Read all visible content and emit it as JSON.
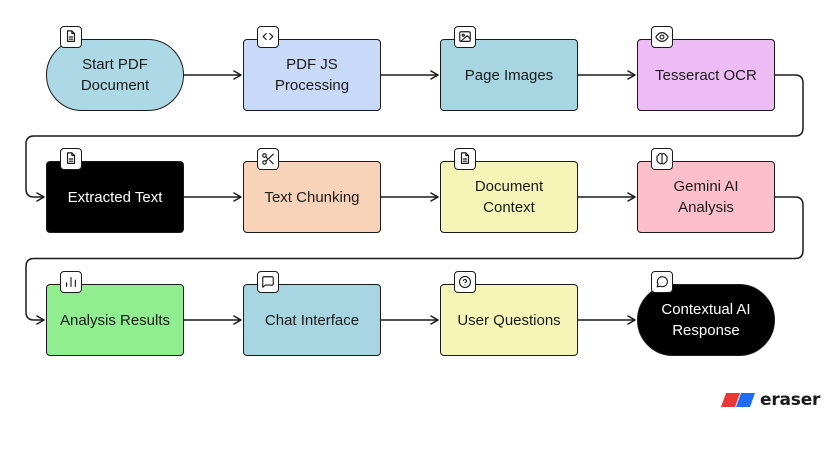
{
  "nodes": [
    {
      "id": "start-pdf-document",
      "label": "Start PDF\nDocument",
      "fill": "#add8e6",
      "text": "#1a1a1a",
      "shape": "pill",
      "icon": "file-icon"
    },
    {
      "id": "pdf-js-processing",
      "label": "PDF JS\nProcessing",
      "fill": "#c9daf8",
      "text": "#1a1a1a",
      "shape": "rect",
      "icon": "code-icon"
    },
    {
      "id": "page-images",
      "label": "Page Images",
      "fill": "#a8d5e2",
      "text": "#1a1a1a",
      "shape": "rect",
      "icon": "image-icon"
    },
    {
      "id": "tesseract-ocr",
      "label": "Tesseract OCR",
      "fill": "#eebcf4",
      "text": "#1a1a1a",
      "shape": "rect",
      "icon": "eye-icon"
    },
    {
      "id": "extracted-text",
      "label": "Extracted Text",
      "fill": "#000000",
      "text": "#ffffff",
      "shape": "rect",
      "icon": "file-icon"
    },
    {
      "id": "text-chunking",
      "label": "Text Chunking",
      "fill": "#f8d3b9",
      "text": "#1a1a1a",
      "shape": "rect",
      "icon": "scissors-icon"
    },
    {
      "id": "document-context",
      "label": "Document\nContext",
      "fill": "#f6f5b8",
      "text": "#1a1a1a",
      "shape": "rect",
      "icon": "file-icon"
    },
    {
      "id": "gemini-ai-analysis",
      "label": "Gemini AI\nAnalysis",
      "fill": "#fcbfcb",
      "text": "#1a1a1a",
      "shape": "rect",
      "icon": "brain-icon"
    },
    {
      "id": "analysis-results",
      "label": "Analysis Results",
      "fill": "#90ee90",
      "text": "#1a1a1a",
      "shape": "rect",
      "icon": "bar-chart-icon"
    },
    {
      "id": "chat-interface",
      "label": "Chat Interface",
      "fill": "#a8d5e2",
      "text": "#1a1a1a",
      "shape": "rect",
      "icon": "message-square-icon"
    },
    {
      "id": "user-questions",
      "label": "User Questions",
      "fill": "#f6f5b8",
      "text": "#1a1a1a",
      "shape": "rect",
      "icon": "help-circle-icon"
    },
    {
      "id": "contextual-ai-response",
      "label": "Contextual AI\nResponse",
      "fill": "#000000",
      "text": "#ffffff",
      "shape": "pill",
      "icon": "message-circle-icon"
    }
  ],
  "edges": [
    [
      "start-pdf-document",
      "pdf-js-processing"
    ],
    [
      "pdf-js-processing",
      "page-images"
    ],
    [
      "page-images",
      "tesseract-ocr"
    ],
    [
      "tesseract-ocr",
      "extracted-text"
    ],
    [
      "extracted-text",
      "text-chunking"
    ],
    [
      "text-chunking",
      "document-context"
    ],
    [
      "document-context",
      "gemini-ai-analysis"
    ],
    [
      "gemini-ai-analysis",
      "analysis-results"
    ],
    [
      "analysis-results",
      "chat-interface"
    ],
    [
      "chat-interface",
      "user-questions"
    ],
    [
      "user-questions",
      "contextual-ai-response"
    ]
  ],
  "brand": {
    "name": "eraser",
    "colors": [
      "#e53935",
      "#1e6ff0"
    ]
  },
  "colors": {
    "stroke": "#1a1a1a"
  }
}
